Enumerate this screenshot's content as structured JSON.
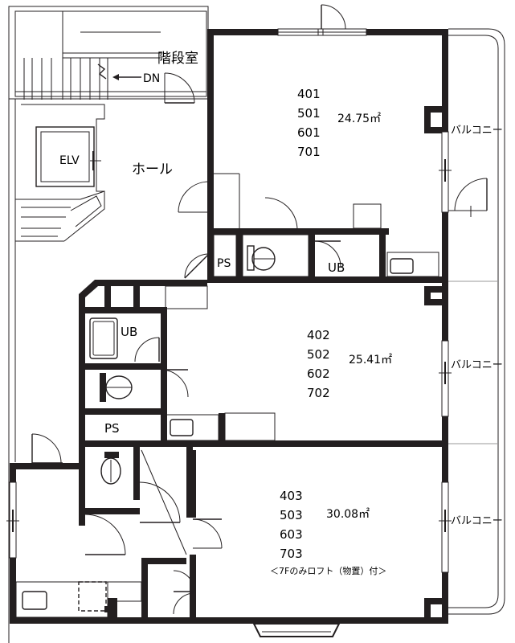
{
  "labels": {
    "stairwell": "階段室",
    "down": "DN",
    "elevator": "ELV",
    "hall": "ホール",
    "ps": "PS",
    "ub": "UB",
    "balcony": "バルコニー"
  },
  "units": [
    {
      "numbers": [
        "401",
        "501",
        "601",
        "701"
      ],
      "area": "24.75㎡"
    },
    {
      "numbers": [
        "402",
        "502",
        "602",
        "702"
      ],
      "area": "25.41㎡"
    },
    {
      "numbers": [
        "403",
        "503",
        "603",
        "703"
      ],
      "area": "30.08㎡",
      "note": "＜7Fのみロフト（物置）付＞"
    }
  ]
}
